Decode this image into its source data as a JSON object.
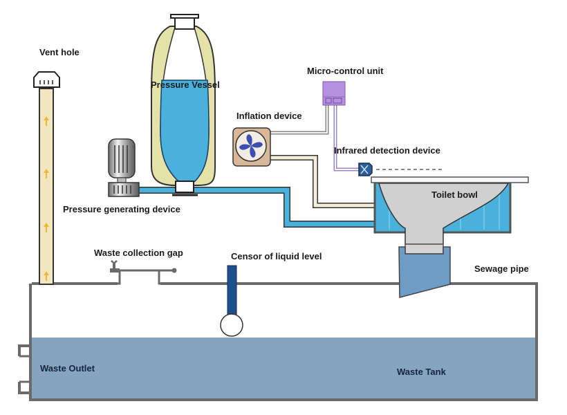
{
  "diagram": {
    "title": "Vacuum toilet waste system",
    "labels": {
      "vent_hole": "Vent hole",
      "pressure_vessel": "Pressure Vessel",
      "micro_control_unit": "Micro-control unit",
      "inflation_device": "Inflation device",
      "infrared_detection_device": "Infrared detection device",
      "toilet_bowl": "Toilet bowl",
      "pressure_generating_device": "Pressure generating device",
      "waste_collection_gap": "Waste collection gap",
      "censor_of_liquid_level": "Censor of liquid level",
      "sewage_pipe": "Sewage pipe",
      "waste_outlet": "Waste Outlet",
      "waste_tank": "Waste Tank"
    },
    "colors": {
      "water": "#4ab0dc",
      "waste": "#84a4c0",
      "vent_fill": "#f2e6c0",
      "vent_arrow": "#f0b830",
      "vessel_shell": "#e4e2a8",
      "mcu": "#b890e0",
      "inflation": "#d8b898",
      "fan": "#3a50b0",
      "sensor_rod": "#1f4e8c",
      "outline": "#555555",
      "bowl": "#d0d0d0"
    }
  }
}
